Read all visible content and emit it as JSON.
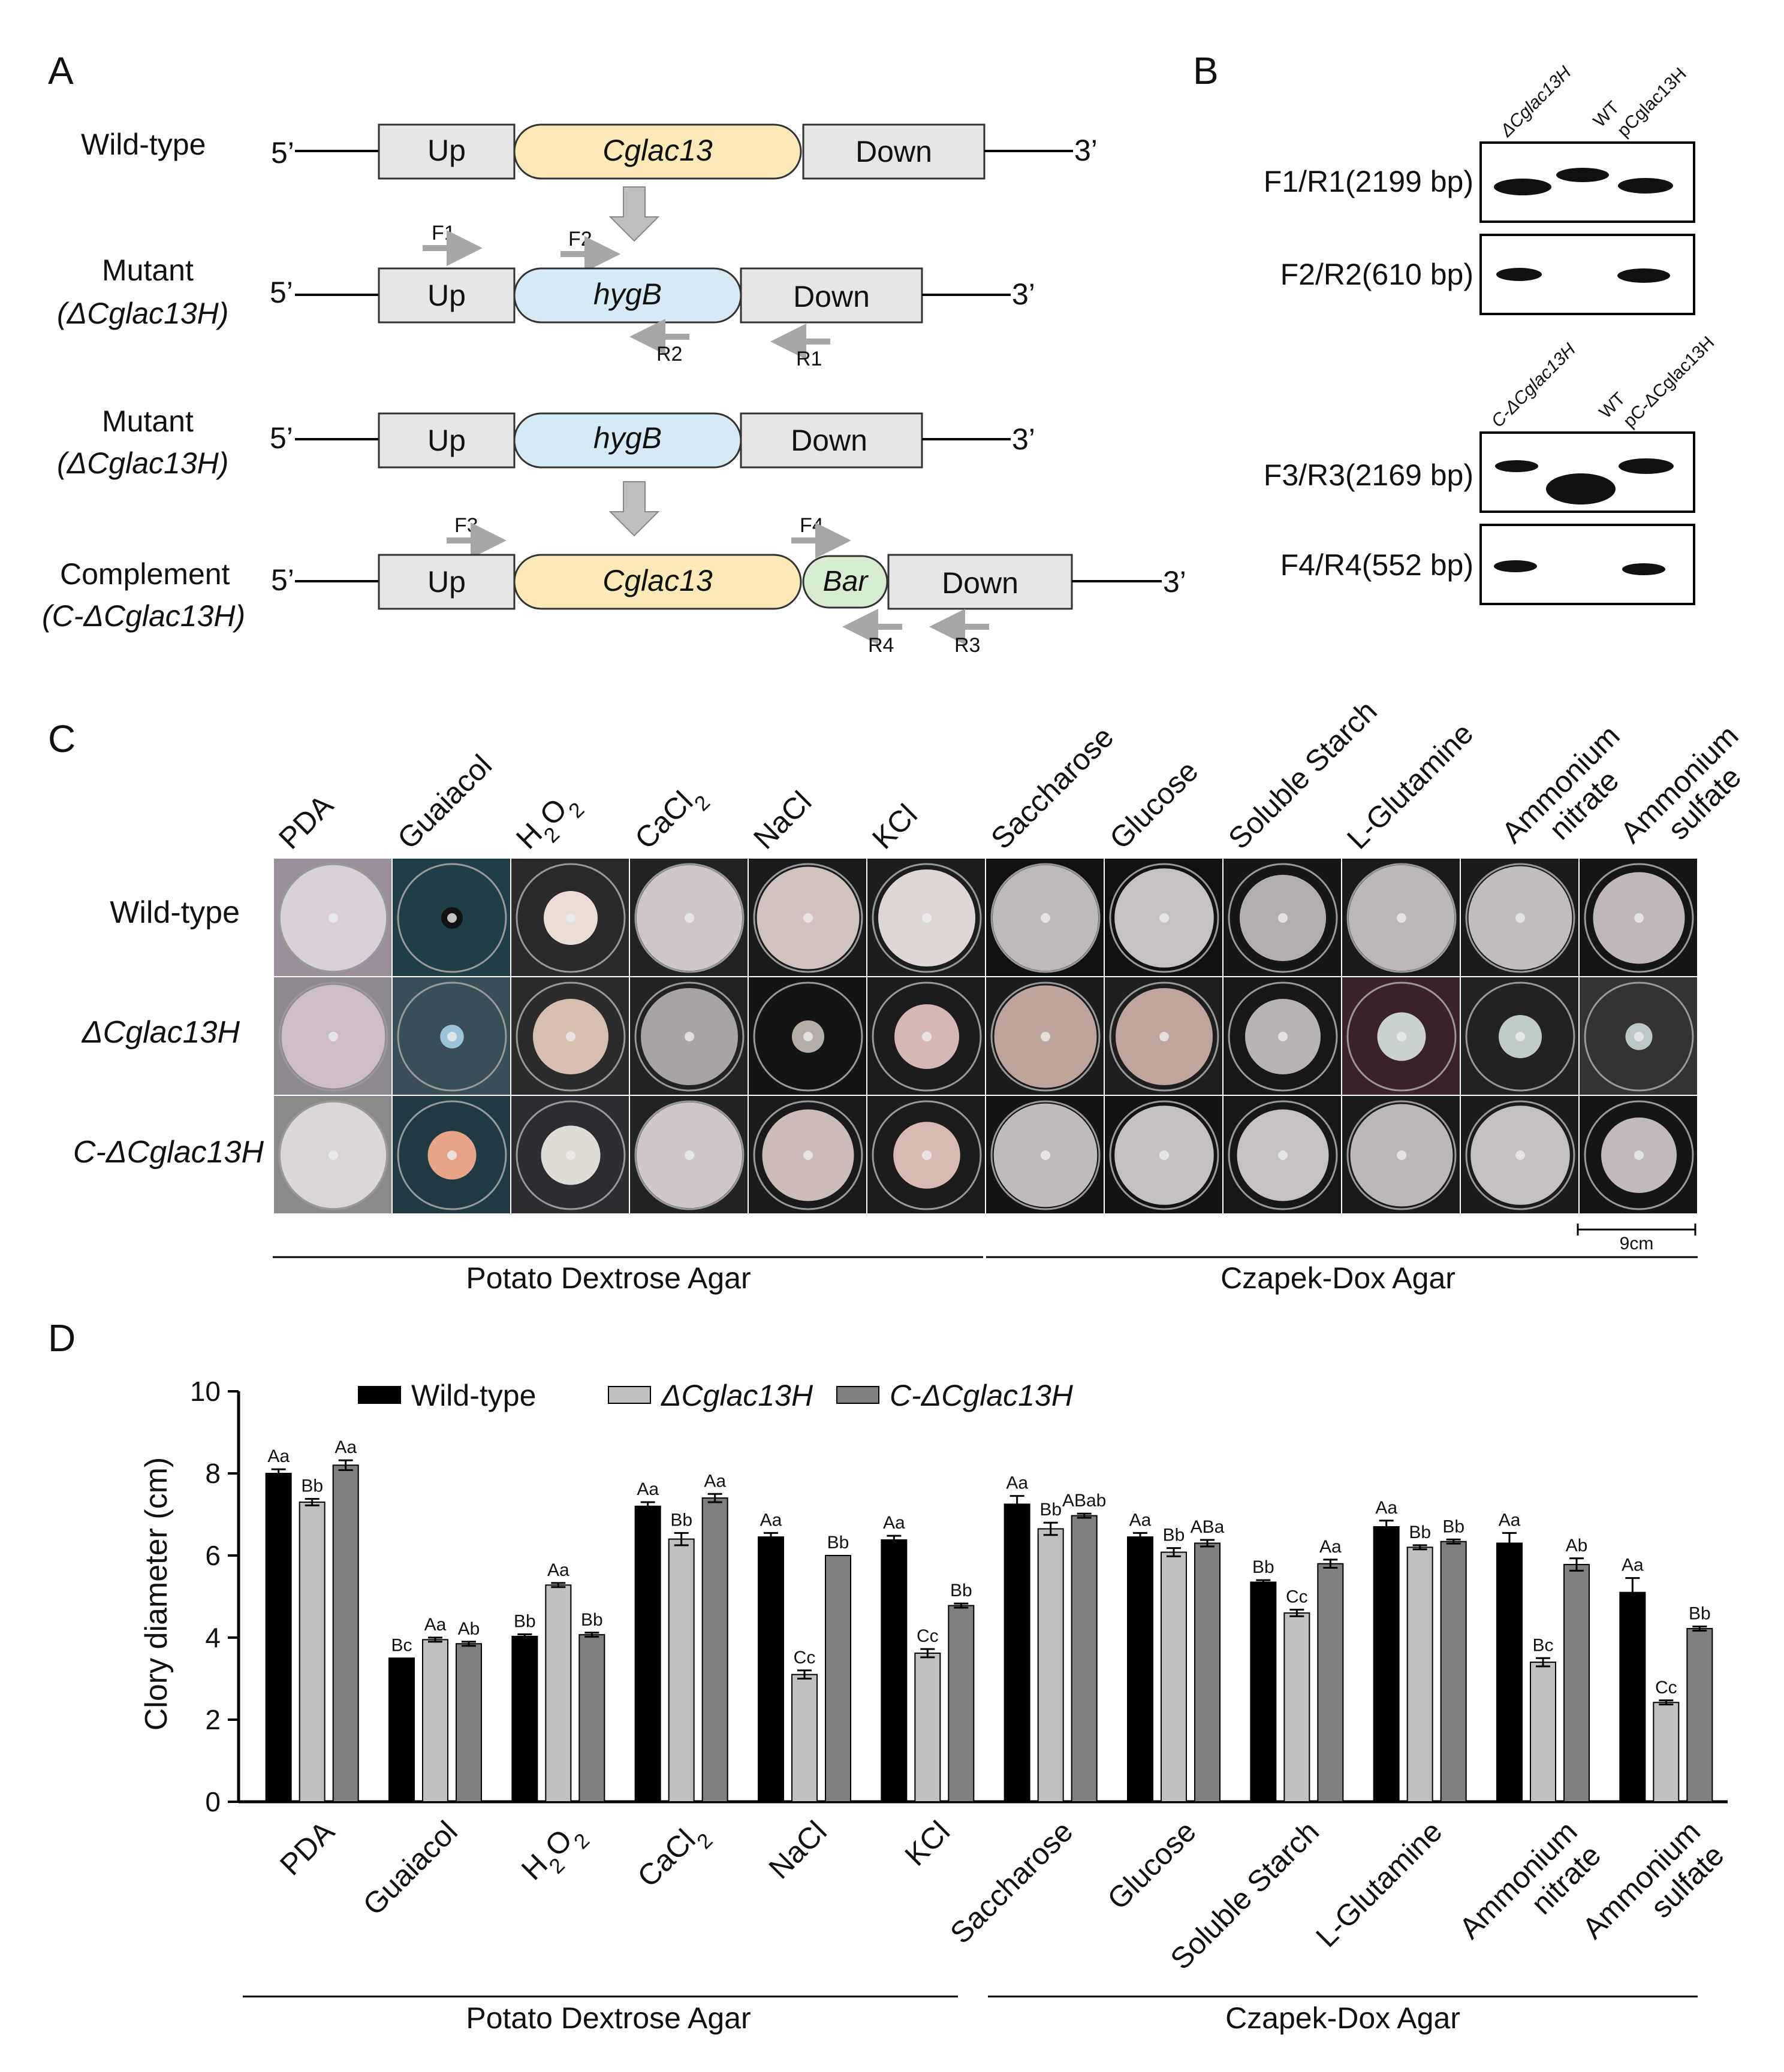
{
  "panel_labels": {
    "a": "A",
    "b": "B",
    "c": "C",
    "d": "D"
  },
  "panel_a": {
    "rows": [
      {
        "label_lines": [
          "Wild-type"
        ],
        "five_prime": "5’",
        "three_prime": "3’",
        "boxes": [
          "Up",
          "Cglac13",
          "Down"
        ]
      },
      {
        "label_lines": [
          "Mutant",
          "(ΔCglac13H)"
        ],
        "five_prime": "5’",
        "three_prime": "3’",
        "boxes": [
          "Up",
          "hygB",
          "Down"
        ]
      },
      {
        "label_lines": [
          "Mutant",
          "(ΔCglac13H)"
        ],
        "five_prime": "5’",
        "three_prime": "3’",
        "boxes": [
          "Up",
          "hygB",
          "Down"
        ]
      },
      {
        "label_lines": [
          "Complement",
          "(C-ΔCglac13H)"
        ],
        "five_prime": "5’",
        "three_prime": "3’",
        "boxes": [
          "Up",
          "Cglac13",
          "Bar",
          "Down"
        ]
      }
    ],
    "primers": {
      "f1": "F1",
      "f2": "F2",
      "r1": "R1",
      "r2": "R2",
      "f3": "F3",
      "f4": "F4",
      "r3": "R3",
      "r4": "R4"
    },
    "colors": {
      "box_gray": "#e6e6e6",
      "gene_yellow": "#fbe9b7",
      "hyg_blue": "#d6e9f6",
      "bar_green": "#d7ecd0",
      "arrow": "#a6a6a6"
    }
  },
  "panel_b": {
    "top": {
      "lanes": [
        "ΔCglac13H",
        "WT",
        "pCglac13H"
      ],
      "bands": [
        {
          "label": "F1/R1(2199 bp)"
        },
        {
          "label": "F2/R2(610 bp)"
        }
      ]
    },
    "bottom": {
      "lanes": [
        "C-ΔCglac13H",
        "WT",
        "pC-ΔCglac13H"
      ],
      "bands": [
        {
          "label": "F3/R3(2169 bp)"
        },
        {
          "label": "F4/R4(552 bp)"
        }
      ]
    }
  },
  "panel_c": {
    "columns": [
      "PDA",
      "Guaiacol",
      "H2O2",
      "CaCl2",
      "NaCl",
      "KCl",
      "Saccharose",
      "Glucose",
      "Soluble Starch",
      "L-Glutamine",
      "Ammonium nitrate",
      "Ammonium sulfate"
    ],
    "rows": [
      "Wild-type",
      "ΔCglac13H",
      "C-ΔCglac13H"
    ],
    "group_left": "Potato Dextrose Agar",
    "group_right": "Czapek-Dox Agar",
    "scale_bar": "9cm"
  },
  "chart_data": {
    "type": "bar",
    "ylabel": "Clory diameter (cm)",
    "ylim": [
      0,
      10
    ],
    "yticks": [
      "0",
      "2",
      "4",
      "6",
      "8",
      "10"
    ],
    "categories": [
      "PDA",
      "Guaiacol",
      "H2O2",
      "CaCl2",
      "NaCl",
      "KCl",
      "Saccharose",
      "Glucose",
      "Soluble Starch",
      "L-Glutamine",
      "Ammonium nitrate",
      "Ammonium sulfate"
    ],
    "series": [
      {
        "name": "Wild-type",
        "color": "#000000",
        "values": [
          8.0,
          3.5,
          4.03,
          7.2,
          6.45,
          6.38,
          7.25,
          6.45,
          5.35,
          6.7,
          6.3,
          5.1
        ],
        "errors": [
          0.1,
          0.0,
          0.05,
          0.1,
          0.1,
          0.1,
          0.2,
          0.1,
          0.05,
          0.15,
          0.25,
          0.35
        ],
        "letters": [
          "Aa",
          "Bc",
          "Bb",
          "Aa",
          "Aa",
          "Aa",
          "Aa",
          "Aa",
          "Bb",
          "Aa",
          "Aa",
          "Aa"
        ]
      },
      {
        "name": "ΔCglac13H",
        "color": "#c0c0c0",
        "values": [
          7.3,
          3.95,
          5.28,
          6.4,
          3.1,
          3.62,
          6.65,
          6.08,
          4.6,
          6.2,
          3.4,
          2.42
        ],
        "errors": [
          0.08,
          0.05,
          0.05,
          0.15,
          0.1,
          0.1,
          0.15,
          0.1,
          0.08,
          0.05,
          0.1,
          0.05
        ],
        "letters": [
          "Bb",
          "Aa",
          "Aa",
          "Bb",
          "Cc",
          "Cc",
          "Bb",
          "Bb",
          "Cc",
          "Bb",
          "Bc",
          "Cc"
        ]
      },
      {
        "name": "C-ΔCglac13H",
        "color": "#7f7f7f",
        "values": [
          8.2,
          3.85,
          4.07,
          7.4,
          6.0,
          4.78,
          6.97,
          6.3,
          5.8,
          6.34,
          5.78,
          4.22
        ],
        "errors": [
          0.12,
          0.05,
          0.05,
          0.1,
          0.0,
          0.05,
          0.05,
          0.08,
          0.1,
          0.05,
          0.15,
          0.05
        ],
        "letters": [
          "Aa",
          "Ab",
          "Bb",
          "Aa",
          "Bb",
          "Bb",
          "ABab",
          "ABa",
          "Aa",
          "Bb",
          "Ab",
          "Bb"
        ]
      }
    ],
    "group_left": "Potato Dextrose Agar",
    "group_right": "Czapek-Dox Agar",
    "legend_position": "top"
  }
}
